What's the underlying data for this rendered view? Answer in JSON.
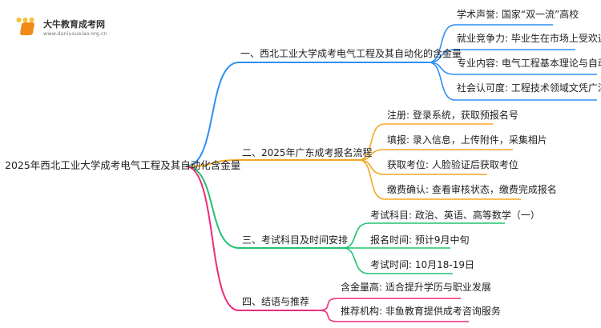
{
  "logo": {
    "name": "大牛教育成考网",
    "url": "www.daniuxueiao.org.cn"
  },
  "root": "2025年西北工业大学成考电气工程及其自动化含金量",
  "colors": {
    "b1": "#2e8ff2",
    "b2": "#f5a623",
    "b3": "#20c270",
    "b4": "#ee2a7b"
  },
  "branches": [
    {
      "label": "一、西北工业大学成考电气工程及其自动化的含金量",
      "children": [
        "学术声誉: 国家“双一流”高校",
        "就业竞争力: 毕业生在市场上受欢迎",
        "专业内容: 电气工程基本理论与自动化技术",
        "社会认可度: 工程技术领域文凭广泛认可"
      ]
    },
    {
      "label": "二、2025年广东成考报名流程",
      "children": [
        "注册: 登录系统，获取预报名号",
        "填报: 录入信息，上传附件，采集相片",
        "获取考位: 人脸验证后获取考位",
        "缴费确认: 查看审核状态，缴费完成报名"
      ]
    },
    {
      "label": "三、考试科目及时间安排",
      "children": [
        "考试科目: 政治、英语、高等数学（一）",
        "报名时间: 预计9月中旬",
        "考试时间: 10月18-19日"
      ]
    },
    {
      "label": "四、结语与推荐",
      "children": [
        "含金量高: 适合提升学历与职业发展",
        "推荐机构: 非鱼教育提供成考咨询服务"
      ]
    }
  ]
}
